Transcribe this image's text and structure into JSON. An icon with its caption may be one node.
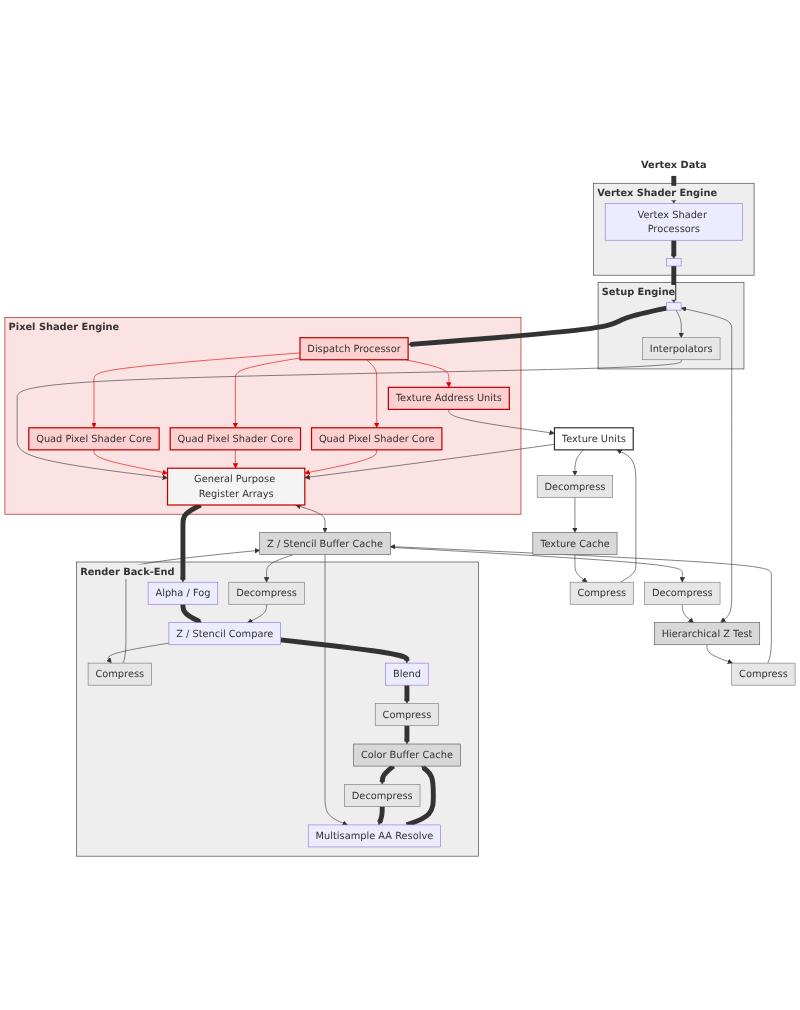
{
  "diagram": {
    "nodes": [
      {
        "text": [
          "Vertex Data"
        ]
      },
      {
        "text": [
          "Vertex Shader Engine"
        ]
      },
      {
        "text": [
          "Vertex Shader Processors"
        ],
        "in": 1
      },
      {
        "text": [],
        "shape": "box",
        "in": 1
      },
      {
        "text": [
          "Setup Engine"
        ]
      },
      {
        "text": [],
        "shape": "box",
        "in": 4
      },
      {
        "text": [
          "Interpolators"
        ],
        "in": 4
      },
      {
        "text": [
          "Hierarchical Z Test"
        ]
      },
      {
        "text": [
          "Decompress"
        ]
      },
      {
        "text": [
          "Compress"
        ]
      },
      {
        "text": [
          "Z / Stencil Buffer Cache"
        ]
      },
      {
        "text": [
          "Pixel Shader Engine"
        ]
      },
      {
        "text": [
          "Dispatch Processor"
        ],
        "in": 11
      },
      {
        "text": [
          "Texture Address Units"
        ],
        "in": 11
      },
      {
        "text": [
          "Quad Pixel Shader Core"
        ],
        "in": 11
      },
      {
        "text": [
          "Quad Pixel Shader Core"
        ],
        "in": 11
      },
      {
        "text": [
          "Quad Pixel Shader Core"
        ],
        "in": 11
      },
      {
        "text": [
          "General Purpose Register Arrays"
        ],
        "in": 11
      },
      {
        "text": [
          "Texture Units"
        ]
      },
      {
        "text": [
          "Compress"
        ]
      },
      {
        "text": [
          "Decompress"
        ]
      },
      {
        "text": [
          "Texture Cache"
        ]
      },
      {
        "text": [
          "Render Back-End"
        ]
      },
      {
        "text": [
          "Compress"
        ],
        "in": 22
      },
      {
        "text": [
          "Decompress"
        ],
        "in": 22
      },
      {
        "text": [
          "Z / Stencil Compare"
        ],
        "in": 22
      },
      {
        "text": [
          "Alpha / Fog"
        ],
        "in": 22
      },
      {
        "text": [
          "Multisample AA Resolve"
        ],
        "in": 22
      },
      {
        "text": [
          "Blend"
        ],
        "in": 22
      },
      {
        "text": [
          "Decompress"
        ],
        "in": 22
      },
      {
        "text": [
          "Compress"
        ],
        "in": 22
      },
      {
        "text": [
          "Color Buffer Cache"
        ],
        "in": 22
      }
    ],
    "edges": [
      {
        "from": 0,
        "to": 2,
        "arrow": "to",
        "style": "thick"
      },
      {
        "from": 2,
        "to": 3,
        "arrow": "to",
        "style": "thick"
      },
      {
        "from": 3,
        "to": 5,
        "arrow": "to",
        "style": "thick"
      },
      {
        "from": 5,
        "to": 6,
        "arrow": "to"
      },
      {
        "from": 7,
        "to": 5,
        "arrow": "both"
      },
      {
        "from": 6,
        "to": 17,
        "arrow": "to"
      },
      {
        "from": 5,
        "to": 12,
        "arrow": "to",
        "style": "thick"
      },
      {
        "from": 12,
        "to": 13,
        "arrow": "to",
        "color": "#e00000"
      },
      {
        "from": 12,
        "to": 14,
        "arrow": "to",
        "color": "#e00000"
      },
      {
        "from": 12,
        "to": 15,
        "arrow": "to",
        "color": "#e00000"
      },
      {
        "from": 12,
        "to": 16,
        "arrow": "to",
        "color": "#e00000"
      },
      {
        "from": 13,
        "to": 18,
        "arrow": "to"
      },
      {
        "from": 14,
        "to": 17,
        "arrow": "to",
        "color": "#e00000"
      },
      {
        "from": 15,
        "to": 17,
        "arrow": "to",
        "color": "#e00000"
      },
      {
        "from": 16,
        "to": 17,
        "arrow": "to",
        "color": "#e00000"
      },
      {
        "from": 10,
        "to": 8,
        "arrow": "to"
      },
      {
        "from": 8,
        "to": 7,
        "arrow": "to"
      },
      {
        "from": 7,
        "to": 9,
        "arrow": "to"
      },
      {
        "from": 9,
        "to": 10,
        "arrow": "to"
      },
      {
        "from": 17,
        "to": 10,
        "arrow": "both"
      },
      {
        "from": 21,
        "to": 19,
        "arrow": "to"
      },
      {
        "from": 19,
        "to": 18,
        "arrow": "to"
      },
      {
        "from": 18,
        "to": 20,
        "arrow": "to"
      },
      {
        "from": 20,
        "to": 21,
        "arrow": "to"
      },
      {
        "from": 18,
        "to": 17,
        "arrow": "to"
      },
      {
        "from": 17,
        "to": 26,
        "arrow": "to",
        "style": "thick"
      },
      {
        "from": 26,
        "to": 25,
        "arrow": "to",
        "style": "thick"
      },
      {
        "from": 25,
        "to": 23,
        "arrow": "to"
      },
      {
        "from": 23,
        "to": 10,
        "arrow": "to"
      },
      {
        "from": 10,
        "to": 24,
        "arrow": "to"
      },
      {
        "from": 24,
        "to": 25,
        "arrow": "to"
      },
      {
        "from": 25,
        "to": 28,
        "arrow": "to",
        "style": "thick"
      },
      {
        "from": 10,
        "to": 27,
        "arrow": "to"
      },
      {
        "from": 27,
        "to": 31,
        "arrow": "to",
        "style": "thick"
      },
      {
        "from": 31,
        "to": 29,
        "arrow": "to",
        "style": "thick"
      },
      {
        "from": 29,
        "to": 27,
        "arrow": "to",
        "style": "thick"
      },
      {
        "from": 28,
        "to": 30,
        "arrow": "to",
        "style": "thick"
      },
      {
        "from": 30,
        "to": 31,
        "arrow": "to",
        "style": "thick"
      }
    ]
  }
}
